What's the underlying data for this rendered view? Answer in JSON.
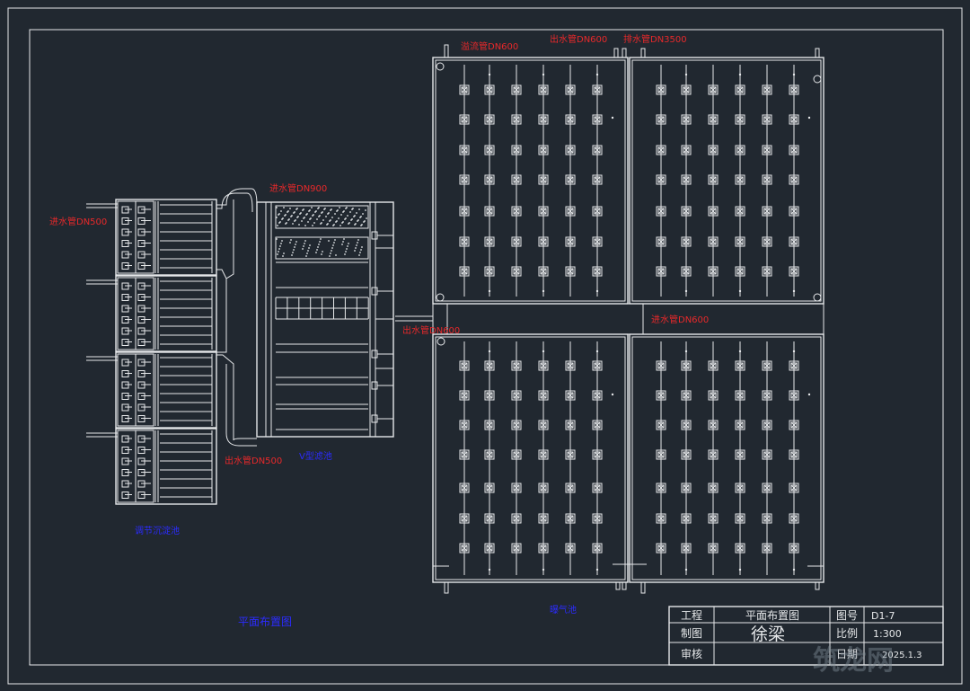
{
  "labels": {
    "inlet_dn500": "进水管DN500",
    "inlet_dn900": "进水管DN900",
    "outlet_dn500": "出水管DN500",
    "overflow_dn600": "溢流管DN600",
    "outlet_dn600_top": "出水管DN600",
    "drain_dn3500": "排水管DN3500",
    "outlet_dn600_mid": "出水管DN600",
    "inlet_dn600_right": "进水管DN600"
  },
  "captions": {
    "primary_clarifier": "调节沉淀池",
    "v_filter": "V型滤池",
    "aeration_tank": "曝气池",
    "plan_view": "平面布置图"
  },
  "title_block": {
    "project_label": "工程",
    "project_value": "平面布置图",
    "drawing_no_label": "图号",
    "drawing_no_value": "D1-7",
    "drawn_label": "制图",
    "drawn_value": "徐梁",
    "scale_label": "比例",
    "scale_value": "1:300",
    "review_label": "审核",
    "date_label": "日期",
    "date_value": "2025.1.3"
  },
  "watermark": "筑龙网",
  "colors": {
    "background": "#212830",
    "lines": "#e6e8ea",
    "red_text": "#e8282a",
    "blue_text": "#2b2bff"
  }
}
